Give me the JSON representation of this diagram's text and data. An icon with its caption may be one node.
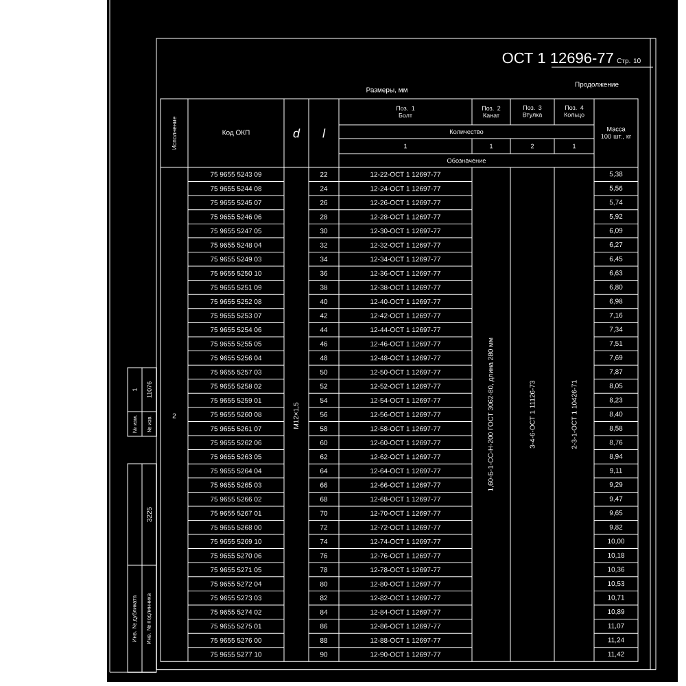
{
  "diagram": {
    "title": "ОСТ 1 12696-77",
    "labels": [
      "Стр. 10",
      "Размеры, мм",
      "Продолжение",
      "Исполнение",
      "Код ОКП",
      "d",
      "l",
      "Поз. 1 Болт",
      "Поз. 2 Канат",
      "Поз. 3 Втулка",
      "Поз. 4 Кольцо",
      "Масса 100 шт., кг",
      "Количество",
      "1",
      "1",
      "2",
      "1",
      "Обозначение",
      "2",
      "М12×1,5",
      "75 9655 5243 09",
      "22",
      "12-22-ОСТ 1 12697-77",
      "5,38",
      "75 9655 5244 08",
      "24",
      "12-24-ОСТ 1 12697-77",
      "5,56",
      "75 9655 5245 07",
      "26",
      "12-26-ОСТ 1 12697-77",
      "5,74",
      "75 9655 5246 06",
      "28",
      "12-28-ОСТ 1 12697-77",
      "5,92",
      "75 9655 5247 05",
      "30",
      "12-30-ОСТ 1 12697-77",
      "6,09",
      "75 9655 5248 04",
      "32",
      "12-32-ОСТ 1 12697-77",
      "6,27",
      "75 9655 5249 03",
      "34",
      "12-34-ОСТ 1 12697-77",
      "6,45",
      "75 9655 5250 10",
      "36",
      "12-36-ОСТ 1 12697-77",
      "6,63",
      "75 9655 5251 09",
      "38",
      "12-38-ОСТ 1 12697-77",
      "6,80",
      "75 9655 5252 08",
      "40",
      "12-40-ОСТ 1 12697-77",
      "6,98",
      "75 9655 5253 07",
      "42",
      "12-42-ОСТ 1 12697-77",
      "7,16",
      "75 9655 5254 06",
      "44",
      "12-44-ОСТ 1 12697-77",
      "7,34",
      "75 9655 5255 05",
      "46",
      "12-46-ОСТ 1 12697-77",
      "7,51",
      "75 9655 5256 04",
      "48",
      "12-48-ОСТ 1 12697-77",
      "7,69",
      "75 9655 5257 03",
      "50",
      "12-50-ОСТ 1 12697-77",
      "7,87",
      "75 9655 5258 02",
      "52",
      "12-52-ОСТ 1 12697-77",
      "8,05",
      "75 9655 5259 01",
      "54",
      "12-54-ОСТ 1 12697-77",
      "8,23",
      "75 9655 5260 08",
      "56",
      "12-56-ОСТ 1 12697-77",
      "8,40",
      "75 9655 5261 07",
      "58",
      "12-58-ОСТ 1 12697-77",
      "8,58",
      "75 9655 5262 06",
      "60",
      "12-60-ОСТ 1 12697-77",
      "8,76",
      "75 9655 5263 05",
      "62",
      "12-62-ОСТ 1 12697-77",
      "8,94",
      "75 9655 5264 04",
      "64",
      "12-64-ОСТ 1 12697-77",
      "9,11",
      "75 9655 5265 03",
      "66",
      "12-66-ОСТ 1 12697-77",
      "9,29",
      "75 9655 5266 02",
      "68",
      "12-68-ОСТ 1 12697-77",
      "9,47",
      "75 9655 5267 01",
      "70",
      "12-70-ОСТ 1 12697-77",
      "9,65",
      "75 9655 5268 00",
      "72",
      "12-72-ОСТ 1 12697-77",
      "9,82",
      "75 9655 5269 10",
      "74",
      "12-74-ОСТ 1 12697-77",
      "10,00",
      "75 9655 5270 06",
      "76",
      "12-76-ОСТ 1 12697-77",
      "10,18",
      "75 9655 5271 05",
      "78",
      "12-78-ОСТ 1 12697-77",
      "10,36",
      "75 9655 5272 04",
      "80",
      "12-80-ОСТ 1 12697-77",
      "10,53",
      "75 9655 5273 03",
      "82",
      "12-82-ОСТ 1 12697-77",
      "10,71",
      "75 9655 5274 02",
      "84",
      "12-84-ОСТ 1 12697-77",
      "10,89",
      "75 9655 5275 01",
      "86",
      "12-86-ОСТ 1 12697-77",
      "11,07",
      "75 9655 5276 00",
      "88",
      "12-88-ОСТ 1 12697-77",
      "11,24",
      "75 9655 5277 10",
      "90",
      "12-90-ОСТ 1 12697-77",
      "11,42",
      "1,60-Б-1-СС-Н-200 ГОСТ 3062-80, длина 280 мм",
      "3-4-6-ОСТ 1 11126-73",
      "2-3-1-ОСТ 1 10426-71",
      "№ изм.",
      "№ изв.",
      "1",
      "11076",
      "3225",
      "Инв. № дубликата",
      "Инв. № подлинника"
    ]
  }
}
